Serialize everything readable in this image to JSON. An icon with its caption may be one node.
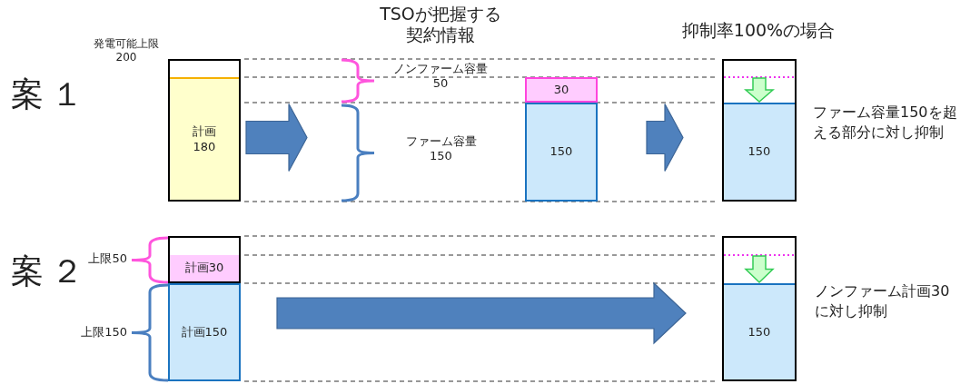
{
  "diagram": {
    "nodes": [
      {
        "text": [
          "発電可能上限200"
        ]
      },
      {
        "text": [
          "計画180"
        ],
        "in": 0
      },
      {
        "text": [
          "30"
        ]
      },
      {
        "text": [
          "150"
        ]
      },
      {
        "text": [],
        "shape": "box",
        "beside": [
          "ファーム容量150を超える部分に対し抑制"
        ]
      },
      {
        "text": [
          "150"
        ],
        "in": 4
      },
      {
        "text": [],
        "shape": "box"
      },
      {
        "text": [
          "計画30"
        ],
        "in": 6
      },
      {
        "text": [
          "計画150"
        ]
      },
      {
        "text": [],
        "shape": "box",
        "beside": [
          "ノンファーム計画30に対し抑制"
        ]
      },
      {
        "text": [
          "150"
        ],
        "in": 9
      }
    ],
    "edges": [
      {
        "from": 0,
        "to": null,
        "arrow": "to"
      },
      {
        "from": 3,
        "to": 4,
        "arrow": "to"
      },
      {
        "from": 8,
        "to": 9,
        "arrow": "to"
      }
    ],
    "labels": [
      "TSOが把握する契約情報",
      "抑制率100%の場合",
      "案１",
      "ノンファーム容量50",
      "ファーム容量150",
      "案２",
      "上限50",
      "上限150"
    ]
  }
}
